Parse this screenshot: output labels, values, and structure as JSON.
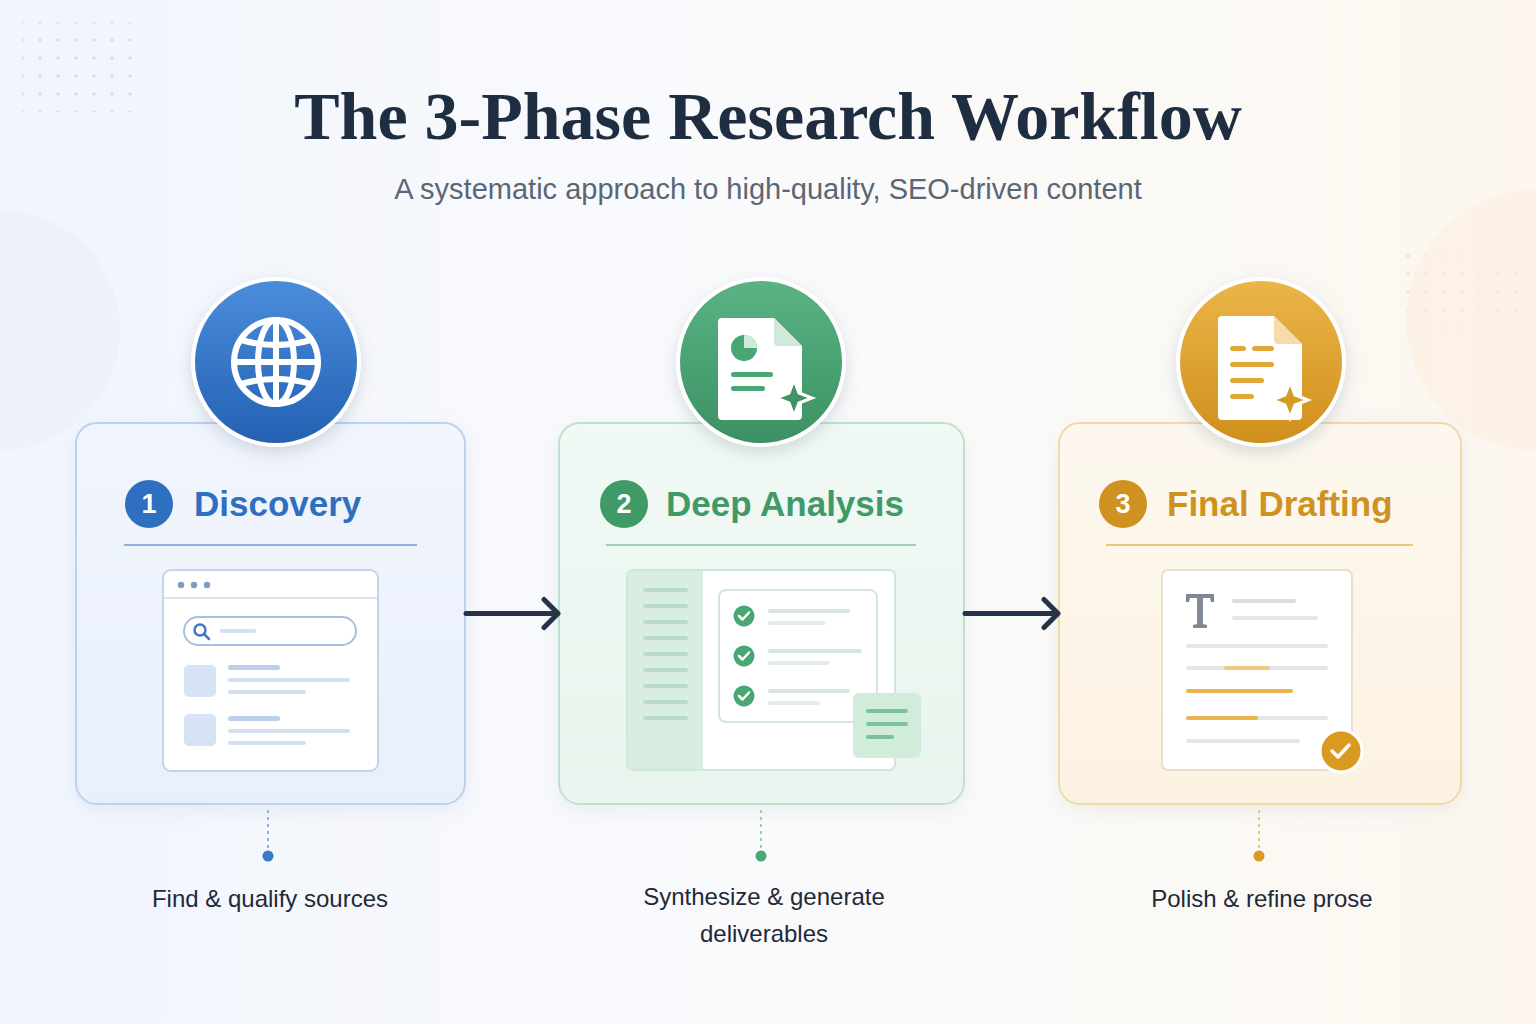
{
  "diagram": {
    "title": "The 3-Phase Research Workflow",
    "caption": "A systematic approach to high-quality, SEO-driven content",
    "nodes": [
      {
        "text": [
          "Discovery",
          "Find & qualify sources"
        ]
      },
      {
        "text": [
          "1"
        ],
        "in": 0
      },
      {
        "text": [
          "Deep Analysis",
          "Synthesize & generate deliverables"
        ]
      },
      {
        "text": [
          "2"
        ],
        "in": 2
      },
      {
        "text": [
          "Final Drafting",
          "Polish & refine prose"
        ]
      },
      {
        "text": [
          "3"
        ],
        "in": 4
      }
    ],
    "edges": [
      {
        "from": 0,
        "to": 2,
        "arrow": "to"
      },
      {
        "from": 2,
        "to": 4,
        "arrow": "to"
      }
    ]
  }
}
